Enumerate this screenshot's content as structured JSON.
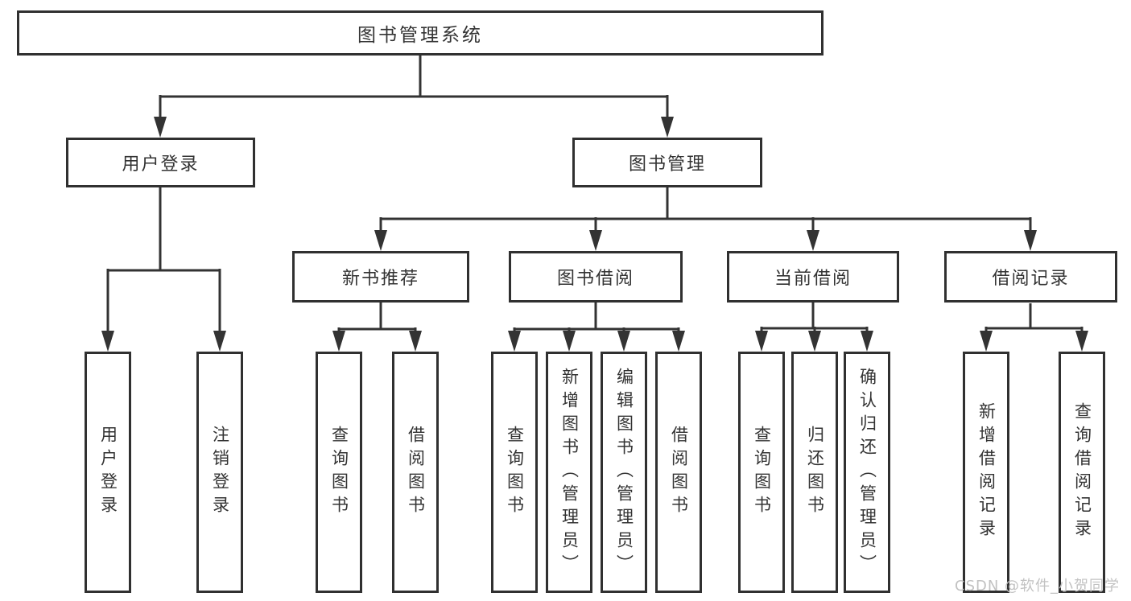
{
  "tree": {
    "root": {
      "label": "图书管理系统"
    },
    "branches": [
      {
        "label": "用户登录",
        "children": [
          {
            "label": "用户登录"
          },
          {
            "label": "注销登录"
          }
        ]
      },
      {
        "label": "图书管理",
        "children": [
          {
            "label": "新书推荐",
            "children": [
              {
                "label": "查询图书"
              },
              {
                "label": "借阅图书"
              }
            ]
          },
          {
            "label": "图书借阅",
            "children": [
              {
                "label": "查询图书"
              },
              {
                "label": "新增图书（管理员）"
              },
              {
                "label": "编辑图书（管理员）"
              },
              {
                "label": "借阅图书"
              }
            ]
          },
          {
            "label": "当前借阅",
            "children": [
              {
                "label": "查询图书"
              },
              {
                "label": "归还图书"
              },
              {
                "label": "确认归还（管理员）"
              }
            ]
          },
          {
            "label": "借阅记录",
            "children": [
              {
                "label": "新增借阅记录"
              },
              {
                "label": "查询借阅记录"
              }
            ]
          }
        ]
      }
    ]
  },
  "watermark": {
    "text": "CSDN @软件_小贺同学"
  },
  "colors": {
    "line": "#333333",
    "box_border": "#303030",
    "text": "#333333",
    "watermark": "#c2c2c2",
    "background": "#ffffff"
  }
}
